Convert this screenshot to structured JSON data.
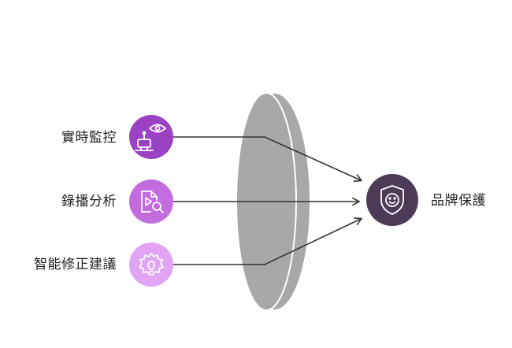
{
  "inputs": [
    {
      "label": "實時監控",
      "icon": "robot-eye-icon",
      "color": "#9b42c4"
    },
    {
      "label": "錄播分析",
      "icon": "video-search-icon",
      "color": "#c26ce0"
    },
    {
      "label": "智能修正建議",
      "icon": "gear-bulb-icon",
      "color": "#e2a4f4"
    }
  ],
  "output": {
    "label": "品牌保護",
    "icon": "shield-face-icon",
    "color": "#4d3a57"
  },
  "lens_color": "#a8a8a8",
  "arrow_color": "#333333"
}
